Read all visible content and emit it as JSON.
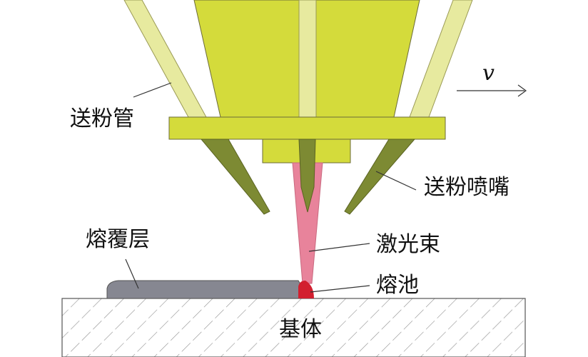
{
  "labels": {
    "powder_tube": "送粉管",
    "powder_nozzle": "送粉喷嘴",
    "laser_beam": "激光束",
    "cladding_layer": "熔覆层",
    "melt_pool": "熔池",
    "substrate": "基体",
    "velocity": "v"
  },
  "colors": {
    "nozzle_body": "#d4db3b",
    "powder_tube": "#e7ea9f",
    "nozzle_tip": "#7d8a33",
    "laser": "#e8839b",
    "cladding": "#868791",
    "melt_pool": "#d21f2f",
    "substrate_hatch": "#8f8f8f",
    "outline": "#6b6b3a"
  }
}
